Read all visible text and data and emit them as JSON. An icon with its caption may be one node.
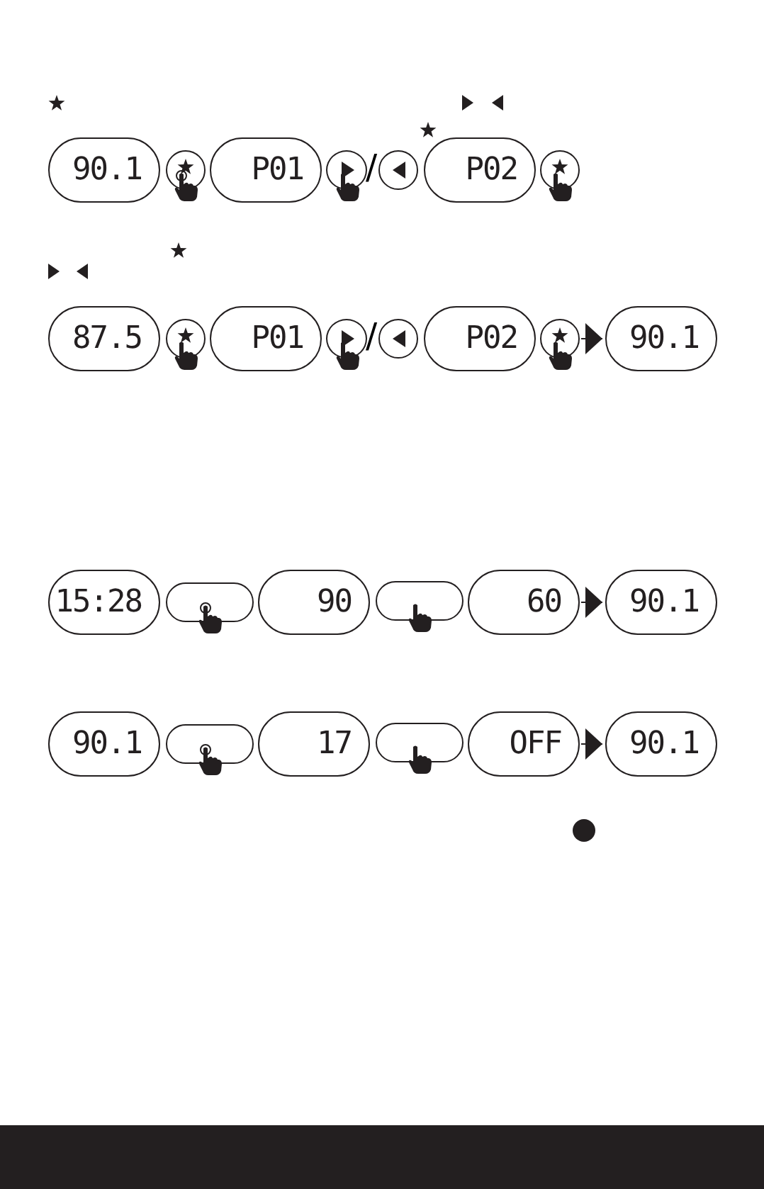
{
  "diagram": {
    "nodes": [
      {
        "text": [
          "90.1"
        ]
      },
      {
        "text": [],
        "shape": "circle"
      },
      {
        "text": [
          "P01"
        ]
      },
      {
        "text": [],
        "shape": "circle"
      },
      {
        "text": [],
        "shape": "circle"
      },
      {
        "text": [
          "P02"
        ]
      },
      {
        "text": [],
        "shape": "circle"
      },
      {
        "text": [
          "87.5"
        ]
      },
      {
        "text": [],
        "shape": "circle"
      },
      {
        "text": [
          "P01"
        ]
      },
      {
        "text": [],
        "shape": "circle"
      },
      {
        "text": [],
        "shape": "circle"
      },
      {
        "text": [
          "P02"
        ]
      },
      {
        "text": [],
        "shape": "circle"
      },
      {
        "text": [
          "90.1"
        ]
      },
      {
        "text": [
          "15:28"
        ]
      },
      {
        "text": [],
        "shape": "box"
      },
      {
        "text": [
          "90"
        ]
      },
      {
        "text": [],
        "shape": "box"
      },
      {
        "text": [
          "60"
        ]
      },
      {
        "text": [
          "90.1"
        ]
      },
      {
        "text": [
          "90.1"
        ]
      },
      {
        "text": [],
        "shape": "box"
      },
      {
        "text": [
          "17"
        ]
      },
      {
        "text": [],
        "shape": "box"
      },
      {
        "text": [
          "OFF"
        ]
      },
      {
        "text": [
          "90.1"
        ]
      }
    ],
    "edges": [
      {
        "from": 13,
        "to": 14,
        "arrow": "to"
      },
      {
        "from": 19,
        "to": 20,
        "arrow": "to"
      },
      {
        "from": 25,
        "to": 26,
        "arrow": "to"
      }
    ],
    "labels": [
      "/",
      "/"
    ]
  }
}
